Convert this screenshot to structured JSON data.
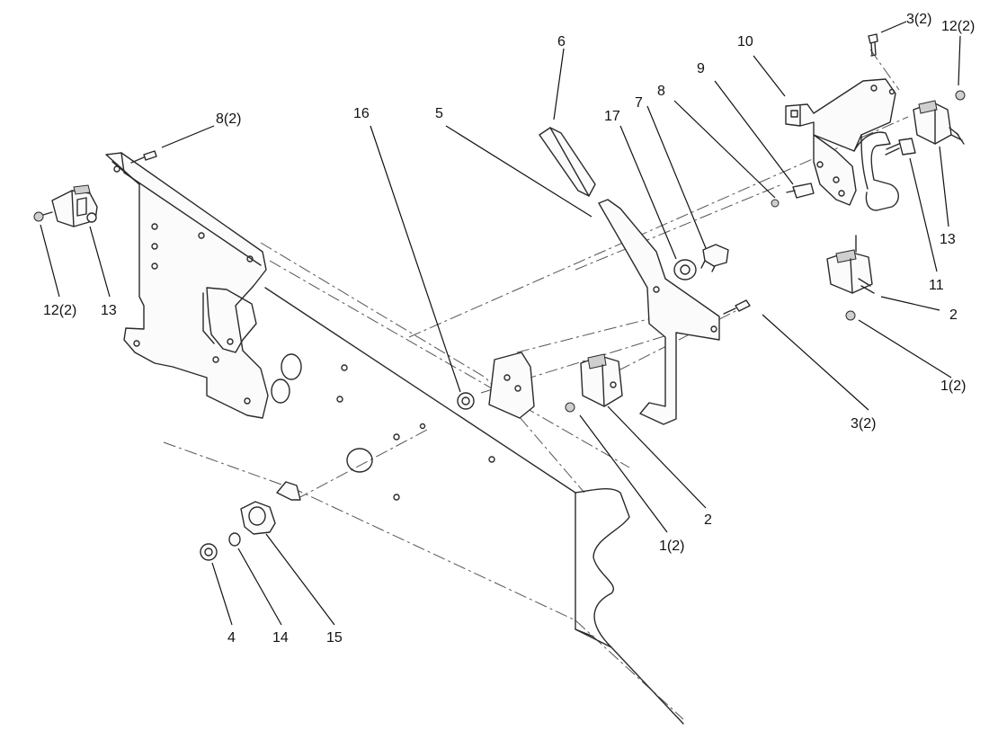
{
  "callouts": [
    {
      "id": "c-3-2-top",
      "label": "3(2)"
    },
    {
      "id": "c-12-2-top",
      "label": "12(2)"
    },
    {
      "id": "c-6",
      "label": "6"
    },
    {
      "id": "c-10",
      "label": "10"
    },
    {
      "id": "c-9",
      "label": "9"
    },
    {
      "id": "c-8",
      "label": "8"
    },
    {
      "id": "c-7",
      "label": "7"
    },
    {
      "id": "c-17",
      "label": "17"
    },
    {
      "id": "c-5",
      "label": "5"
    },
    {
      "id": "c-16",
      "label": "16"
    },
    {
      "id": "c-8-2",
      "label": "8(2)"
    },
    {
      "id": "c-13-right",
      "label": "13"
    },
    {
      "id": "c-11",
      "label": "11"
    },
    {
      "id": "c-2-right",
      "label": "2"
    },
    {
      "id": "c-1-2-right",
      "label": "1(2)"
    },
    {
      "id": "c-3-2-mid",
      "label": "3(2)"
    },
    {
      "id": "c-12-2-left",
      "label": "12(2)"
    },
    {
      "id": "c-13-left",
      "label": "13"
    },
    {
      "id": "c-2-mid",
      "label": "2"
    },
    {
      "id": "c-1-2-mid",
      "label": "1(2)"
    },
    {
      "id": "c-4",
      "label": "4"
    },
    {
      "id": "c-14",
      "label": "14"
    },
    {
      "id": "c-15",
      "label": "15"
    }
  ]
}
